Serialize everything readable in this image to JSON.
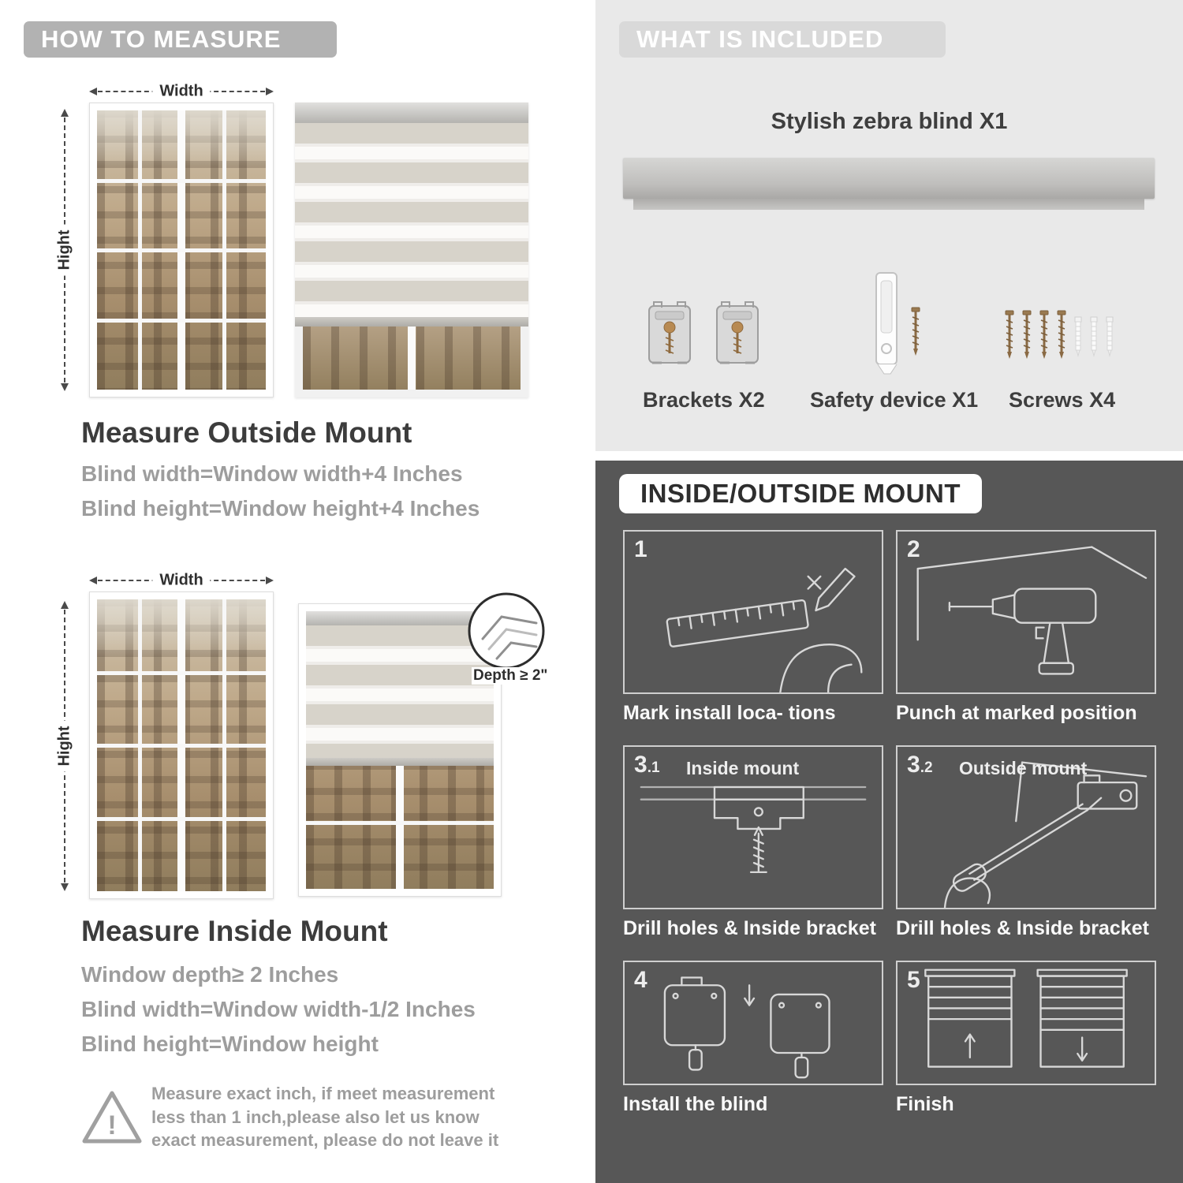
{
  "left": {
    "header": "HOW TO MEASURE",
    "outside": {
      "width_label": "Width",
      "height_label": "Hight",
      "title": "Measure Outside Mount",
      "rule1": "Blind width=Window width+4 Inches",
      "rule2": "Blind height=Window height+4 Inches"
    },
    "inside": {
      "width_label": "Width",
      "height_label": "Hight",
      "depth_note": "Depth ≥ 2\"",
      "title": "Measure Inside Mount",
      "rule1": "Window depth≥ 2 Inches",
      "rule2": "Blind width=Window width-1/2 Inches",
      "rule3": "Blind height=Window height"
    },
    "warning": {
      "mark": "!",
      "text": "Measure exact inch, if meet measurement less than 1 inch,please also let us know exact measurement, please do not leave it"
    }
  },
  "right": {
    "included": {
      "header": "WHAT IS INCLUDED",
      "product_label": "Stylish zebra blind X1",
      "items": [
        {
          "label": "Brackets X2"
        },
        {
          "label": "Safety device X1"
        },
        {
          "label": "Screws X4"
        }
      ]
    },
    "mount": {
      "header": "INSIDE/OUTSIDE MOUNT",
      "steps": [
        {
          "num": "1",
          "caption": "Mark install loca- tions"
        },
        {
          "num": "2",
          "caption": "Punch at marked position"
        },
        {
          "num": "3",
          "num_sub": ".1",
          "inner_label": "Inside mount",
          "caption": "Drill holes & Inside bracket"
        },
        {
          "num": "3",
          "num_sub": ".2",
          "inner_label": "Outside mount",
          "caption": "Drill holes & Inside bracket"
        },
        {
          "num": "4",
          "caption": "Install the blind"
        },
        {
          "num": "5",
          "caption": "Finish"
        }
      ]
    }
  },
  "colors": {
    "badge_gray": "#b2b2b2",
    "panel_light": "#e9e9e9",
    "panel_dark": "#575757",
    "text_dark": "#3c3c3c",
    "text_gray": "#9d9d9d"
  }
}
